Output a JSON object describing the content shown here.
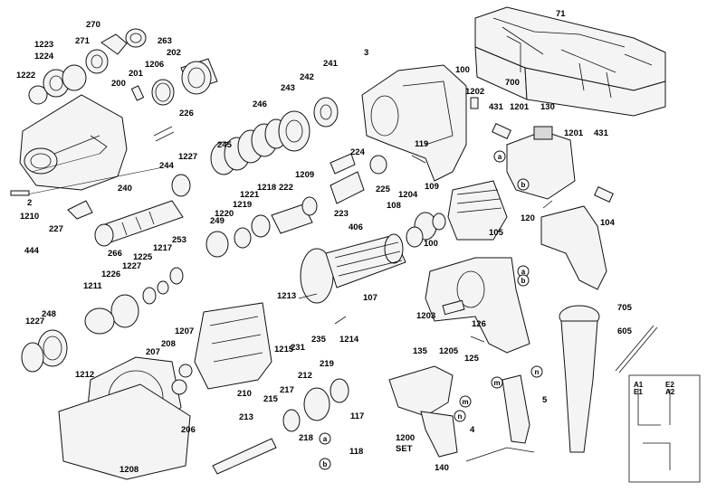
{
  "diagram": {
    "labels": [
      "71",
      "700",
      "270",
      "1223",
      "271",
      "263",
      "3",
      "1224",
      "202",
      "1222",
      "1206",
      "201",
      "200",
      "241",
      "242",
      "243",
      "226",
      "100",
      "1202",
      "431",
      "1201",
      "130",
      "246",
      "245",
      "119",
      "1227",
      "244",
      "224",
      "2",
      "1209",
      "240",
      "1210",
      "222",
      "1218",
      "1221",
      "1219",
      "1220",
      "227",
      "249",
      "266",
      "1217",
      "1225",
      "1227",
      "253",
      "225",
      "223",
      "1204",
      "109",
      "108",
      "431",
      "1201",
      "120",
      "104",
      "105",
      "406",
      "444",
      "1211",
      "1226",
      "100",
      "1213",
      "107",
      "1203",
      "126",
      "125",
      "231",
      "235",
      "1214",
      "1227",
      "248",
      "1212",
      "208",
      "207",
      "1207",
      "1215",
      "705",
      "605",
      "135",
      "1205",
      "210",
      "215",
      "217",
      "219",
      "212",
      "117",
      "218",
      "213",
      "206",
      "118",
      "1200",
      "SET",
      "140",
      "5",
      "4",
      "1208"
    ],
    "callouts": [
      "a",
      "b",
      "a",
      "b",
      "m",
      "n",
      "m",
      "n",
      "a",
      "b"
    ],
    "wiring": [
      "A1",
      "E2",
      "E1",
      "A2"
    ]
  },
  "colors": {
    "ink": "#111111",
    "fill": "#f4f4f4",
    "shade": "#d8d8d8"
  }
}
